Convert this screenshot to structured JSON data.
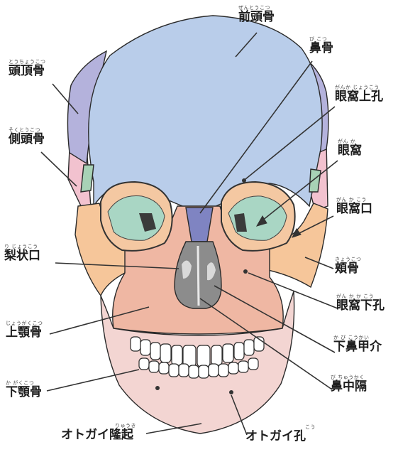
{
  "labels": {
    "frontal": {
      "ruby": "ぜんとうこつ",
      "text": "前頭骨"
    },
    "nasal": {
      "ruby": "び こつ",
      "text": "鼻骨"
    },
    "parietal": {
      "ruby": "とうちょうこつ",
      "text": "頭頂骨"
    },
    "supraorbital_foramen": {
      "ruby": "がんか じょうこう",
      "text": "眼窩上孔"
    },
    "temporal": {
      "ruby": "そくとうこつ",
      "text": "側頭骨"
    },
    "orbit": {
      "ruby": "がん か",
      "text": "眼窩"
    },
    "orbital_opening": {
      "ruby": "がん か こう",
      "text": "眼窩口"
    },
    "piriform_aperture": {
      "ruby": "り じょうこう",
      "text": "梨状口"
    },
    "zygomatic": {
      "ruby": "きょうこつ",
      "text": "頬骨"
    },
    "infraorbital_foramen": {
      "ruby": "がん か か こう",
      "text": "眼窩下孔"
    },
    "maxilla": {
      "ruby": "じょうがくこつ",
      "text": "上顎骨"
    },
    "inferior_concha": {
      "ruby": "か び こうかい",
      "text": "下鼻甲介"
    },
    "nasal_septum": {
      "ruby": "び ちゅうかく",
      "text": "鼻中隔"
    },
    "mandible": {
      "ruby": "か がくこつ",
      "text": "下顎骨"
    },
    "mental_protuberance": {
      "ruby": "りゅうき",
      "text": "オトガイ隆起"
    },
    "mental_foramen": {
      "ruby": "こう",
      "text": "オトガイ孔"
    }
  },
  "colors": {
    "frontal": "#b9cdea",
    "parietal": "#b4b2dc",
    "temporal": "#f2c2cf",
    "sphenoid": "#a8d2b6",
    "zygomatic": "#f6c69a",
    "maxilla": "#efb7a3",
    "mandible": "#f3d5d2",
    "nasal": "#7f84c2",
    "cavity": "#8c8c8c",
    "leader": "#333333"
  }
}
